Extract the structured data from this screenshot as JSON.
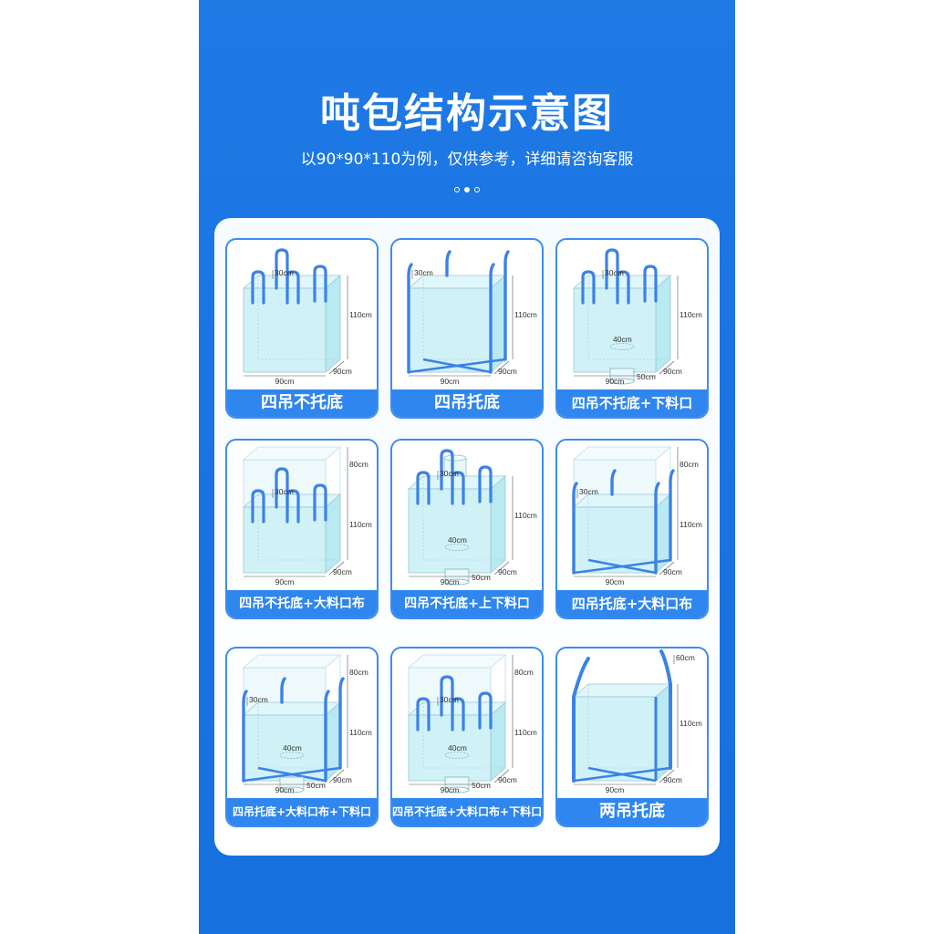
{
  "header": {
    "title": "吨包结构示意图",
    "subtitle": "以90*90*110为例，仅供参考，详细请咨询客服",
    "pager": {
      "count": 3,
      "active_index": 1
    }
  },
  "colors": {
    "background": "#1a74e2",
    "card": "#f6fbff",
    "tile_border": "#3d8cf0",
    "label_bg": "#2f86ee",
    "bag_fill": "#c8f0f6",
    "strap": "#3b82e8",
    "top_cloth": "#eef9fb"
  },
  "tiles": [
    {
      "label": "四吊不托底",
      "variant": "loops",
      "bottom_belts": false,
      "top_cloth": false,
      "top_spout": false,
      "bottom_spout": false,
      "dims": {
        "loop": "30cm",
        "height": "110cm",
        "width": "90cm",
        "depth": "90cm"
      }
    },
    {
      "label": "四吊托底",
      "variant": "corner",
      "bottom_belts": true,
      "top_cloth": false,
      "top_spout": false,
      "bottom_spout": false,
      "dims": {
        "loop": "30cm",
        "height": "110cm",
        "width": "90cm",
        "depth": "90cm"
      }
    },
    {
      "label": "四吊不托底+下料口",
      "variant": "loops",
      "bottom_belts": false,
      "top_cloth": false,
      "top_spout": false,
      "bottom_spout": true,
      "dims": {
        "loop": "30cm",
        "height": "110cm",
        "width": "90cm",
        "depth": "90cm",
        "spout_diameter": "40cm",
        "spout_length": "50cm"
      }
    },
    {
      "label": "四吊不托底+大料口布",
      "variant": "loops",
      "bottom_belts": false,
      "top_cloth": true,
      "top_spout": false,
      "bottom_spout": false,
      "dims": {
        "top": "80cm",
        "loop": "30cm",
        "height": "110cm",
        "width": "90cm",
        "depth": "90cm"
      }
    },
    {
      "label": "四吊不托底+上下料口",
      "variant": "loops",
      "bottom_belts": false,
      "top_cloth": false,
      "top_spout": true,
      "bottom_spout": true,
      "dims": {
        "loop": "30cm",
        "height": "110cm",
        "width": "90cm",
        "depth": "90cm",
        "spout_diameter": "40cm",
        "spout_length": "50cm"
      }
    },
    {
      "label": "四吊托底+大料口布",
      "variant": "corner",
      "bottom_belts": true,
      "top_cloth": true,
      "top_spout": false,
      "bottom_spout": false,
      "dims": {
        "top": "80cm",
        "loop": "30cm",
        "height": "110cm",
        "width": "90cm",
        "depth": "90cm"
      }
    },
    {
      "label": "四吊托底+大料口布+下料口",
      "variant": "corner",
      "bottom_belts": true,
      "top_cloth": true,
      "top_spout": false,
      "bottom_spout": true,
      "dims": {
        "top": "80cm",
        "loop": "30cm",
        "height": "110cm",
        "width": "90cm",
        "depth": "90cm",
        "spout_diameter": "40cm",
        "spout_length": "50cm"
      }
    },
    {
      "label": "四吊不托底+大料口布+下料口",
      "variant": "loops",
      "bottom_belts": false,
      "top_cloth": true,
      "top_spout": false,
      "bottom_spout": true,
      "dims": {
        "top": "80cm",
        "loop": "30cm",
        "height": "110cm",
        "width": "90cm",
        "depth": "90cm",
        "spout_diameter": "40cm",
        "spout_length": "50cm"
      }
    },
    {
      "label": "两吊托底",
      "variant": "two",
      "bottom_belts": true,
      "top_cloth": false,
      "top_spout": false,
      "bottom_spout": false,
      "dims": {
        "loop": "60cm",
        "height": "110cm",
        "width": "90cm",
        "depth": "90cm"
      }
    }
  ]
}
